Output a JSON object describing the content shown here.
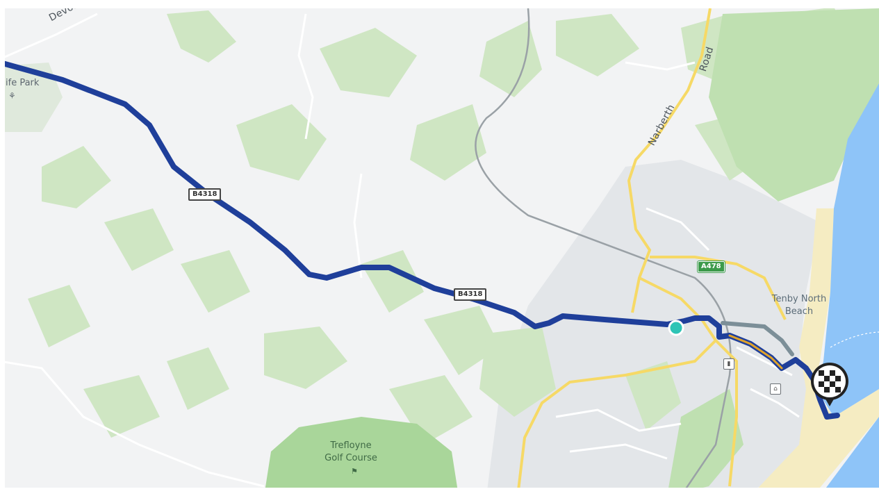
{
  "map": {
    "route_color": "#1f3f9a",
    "alt_route_color": "#7c8f98",
    "traffic_color": "#e0a32a",
    "water_color": "#8ec4f8",
    "park_color": "#bfe0b1",
    "road_color": "#f6d966",
    "labels": {
      "devon": "Devons",
      "wildlife_park": "ife Park",
      "narberth": "Narberth",
      "road": "Road",
      "tenby_north_beach_1": "Tenby North",
      "tenby_north_beach_2": "Beach",
      "golf_1": "Trefloyne",
      "golf_2": "Golf Course"
    },
    "shields": {
      "b_road_1": "B4318",
      "b_road_2": "B4318",
      "a_road": "A478"
    },
    "markers": {
      "current_position": "current-position",
      "destination": "checkered-flag"
    }
  }
}
